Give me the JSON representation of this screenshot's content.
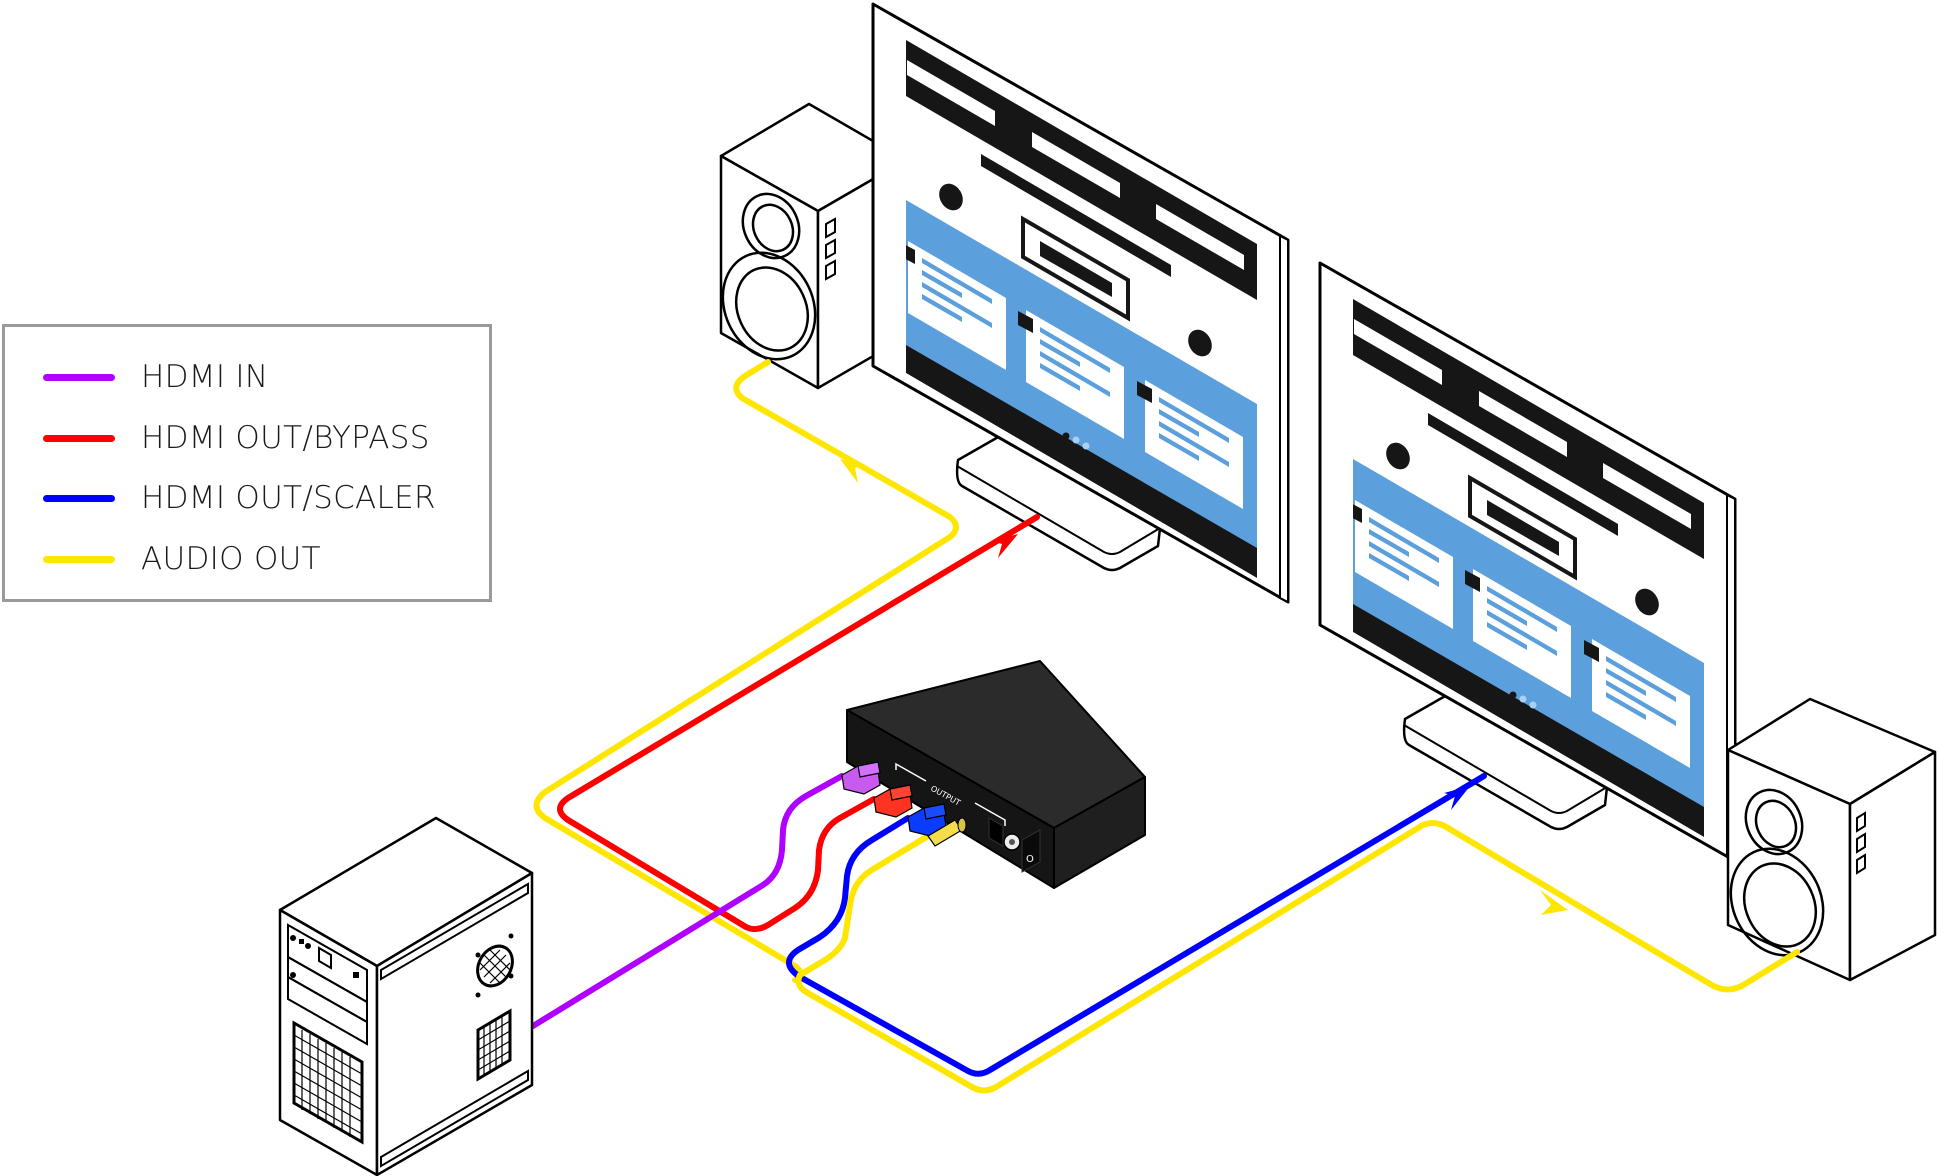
{
  "legend": {
    "items": [
      {
        "label": "HDMI IN",
        "color": "#b000ff"
      },
      {
        "label": "HDMI OUT/BYPASS",
        "color": "#ff0000"
      },
      {
        "label": "HDMI OUT/SCALER",
        "color": "#0000ff"
      },
      {
        "label": "AUDIO OUT",
        "color": "#ffe600"
      }
    ]
  },
  "device": {
    "output_label": "OUTPUT",
    "power_switch_symbol": "O"
  },
  "colors": {
    "screen_blue": "#5b9fdc",
    "screen_dark": "#161616",
    "device_body": "#1b1b1b"
  }
}
